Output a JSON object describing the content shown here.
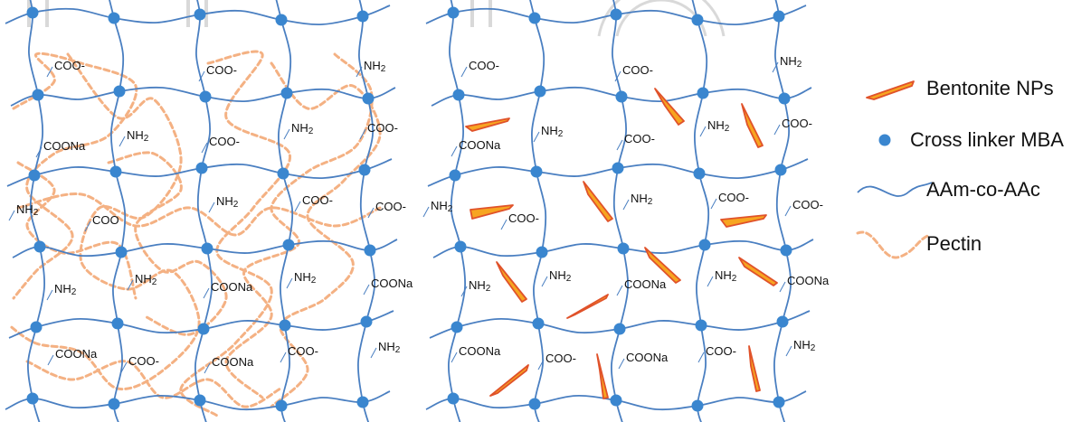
{
  "colors": {
    "chain": "#4a7fc1",
    "node": "#3a86cf",
    "pectin": "#f4b183",
    "particle_fill": "#f7a520",
    "particle_edge": "#e0522a",
    "text": "#111111",
    "watermark": "#d9d9d9"
  },
  "legend": [
    {
      "id": "bentonite",
      "label": "Bentonite NPs",
      "symbol": "particle"
    },
    {
      "id": "crosslinker",
      "label": "Cross linker MBA",
      "symbol": "node"
    },
    {
      "id": "copolymer",
      "label": "AAm-co-AAc",
      "symbol": "chain"
    },
    {
      "id": "pectin",
      "label": "Pectin",
      "symbol": "pectin"
    }
  ],
  "left_network": {
    "labels": [
      "COO-",
      "COO-",
      "NH2",
      "COONa",
      "NH2",
      "COO-",
      "NH2",
      "COO-",
      "NH2",
      "COO",
      "NH2",
      "COO-",
      "COO-",
      "NH2",
      "NH2",
      "COONa",
      "NH2",
      "COONa",
      "COONa",
      "COO-",
      "COONa",
      "COO-",
      "NH2"
    ]
  },
  "right_network": {
    "labels": [
      "COO-",
      "COO-",
      "NH2",
      "COONa",
      "NH2",
      "COO-",
      "NH2",
      "COO-",
      "NH2",
      "COO-",
      "NH2",
      "COO-",
      "COO-",
      "NH2",
      "NH2",
      "COONa",
      "NH2",
      "COONa",
      "COONa",
      "COO-",
      "COONa",
      "COO-",
      "NH2"
    ]
  }
}
